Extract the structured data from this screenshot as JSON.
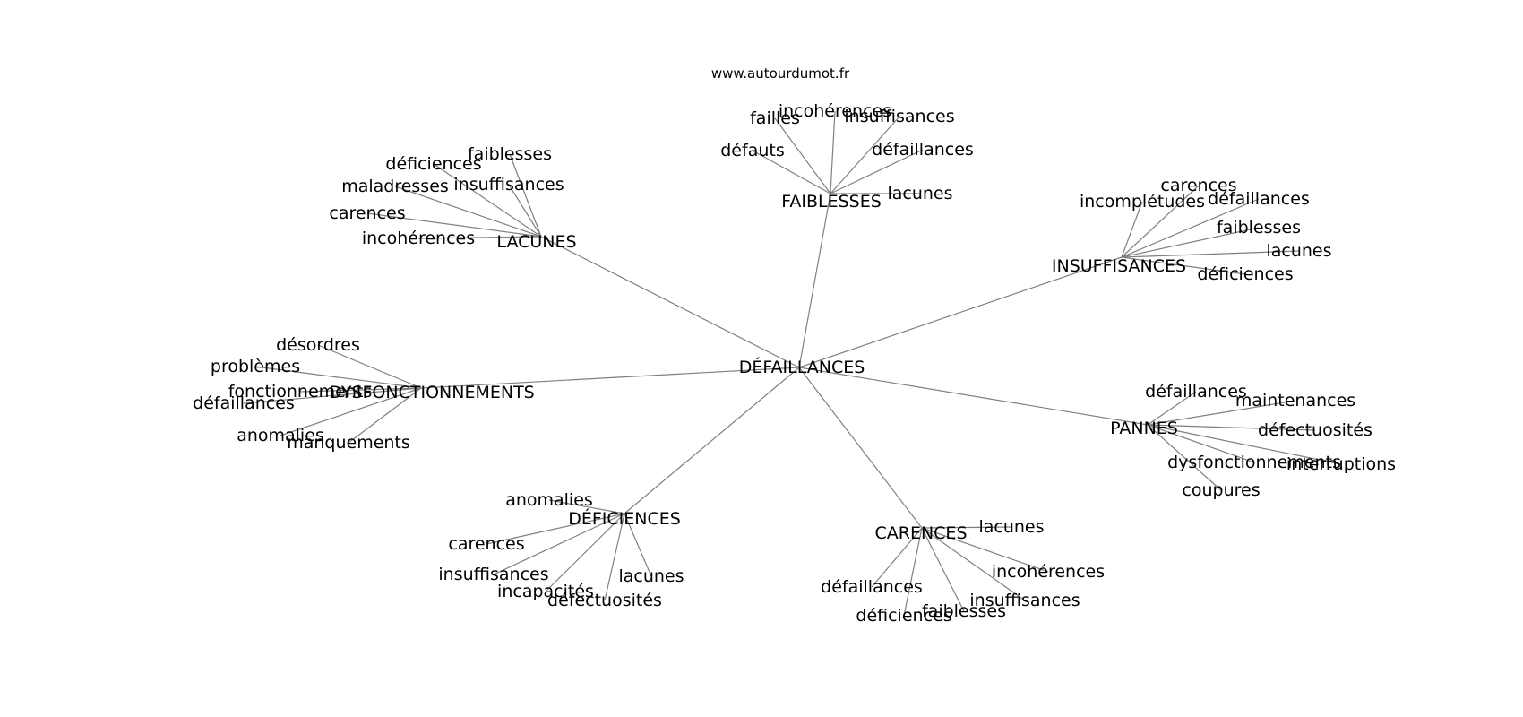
{
  "source": "www.autourdumot.fr",
  "center": "DÉFAILLANCES",
  "hubs": [
    {
      "id": "lacunes",
      "label": "LACUNES",
      "leaves": [
        "faiblesses",
        "déficiences",
        "maladresses",
        "insuffisances",
        "carences",
        "incohérences"
      ]
    },
    {
      "id": "faiblesses",
      "label": "FAIBLESSES",
      "leaves": [
        "incohérences",
        "failles",
        "insuffisances",
        "défaillances",
        "défauts",
        "lacunes"
      ]
    },
    {
      "id": "insuffisances",
      "label": "INSUFFISANCES",
      "leaves": [
        "carences",
        "incomplétudes",
        "défaillances",
        "faiblesses",
        "lacunes",
        "déficiences"
      ]
    },
    {
      "id": "dysfonctionnements",
      "label": "DYSFONCTIONNEMENTS",
      "leaves": [
        "désordres",
        "problèmes",
        "fonctionnements",
        "défaillances",
        "anomalies",
        "manquements"
      ]
    },
    {
      "id": "pannes",
      "label": "PANNES",
      "leaves": [
        "défaillances",
        "maintenances",
        "défectuosités",
        "dysfonctionnements",
        "interruptions",
        "coupures"
      ]
    },
    {
      "id": "deficiences",
      "label": "DÉFICIENCES",
      "leaves": [
        "anomalies",
        "carences",
        "insuffisances",
        "incapacités",
        "défectuosités",
        "lacunes"
      ]
    },
    {
      "id": "carences",
      "label": "CARENCES",
      "leaves": [
        "lacunes",
        "incohérences",
        "défaillances",
        "insuffisances",
        "faiblesses",
        "déficiences"
      ]
    }
  ]
}
